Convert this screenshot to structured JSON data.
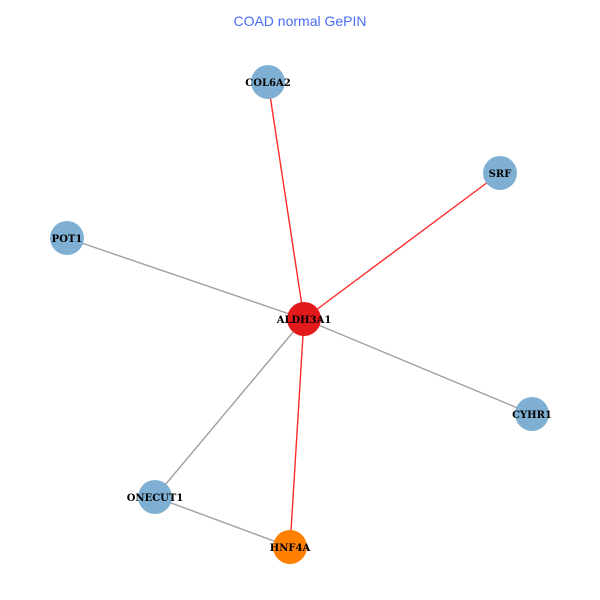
{
  "title": "COAD normal GePIN",
  "colors": {
    "default_node": "#7fb0d3",
    "center_node": "#e31a1c",
    "highlight_node": "#ff7f00",
    "red_edge": "#ff2a2a",
    "gray_edge": "#a0a0a0"
  },
  "nodes": [
    {
      "id": "COL6A2",
      "color": "#7fb0d3"
    },
    {
      "id": "SRF",
      "color": "#7fb0d3"
    },
    {
      "id": "POT1",
      "color": "#7fb0d3"
    },
    {
      "id": "ALDH3A1",
      "color": "#e31a1c"
    },
    {
      "id": "CYHR1",
      "color": "#7fb0d3"
    },
    {
      "id": "ONECUT1",
      "color": "#7fb0d3"
    },
    {
      "id": "HNF4A",
      "color": "#ff7f00"
    }
  ],
  "edges": [
    {
      "source": "ALDH3A1",
      "target": "COL6A2",
      "color": "#ff2a2a"
    },
    {
      "source": "ALDH3A1",
      "target": "SRF",
      "color": "#ff2a2a"
    },
    {
      "source": "ALDH3A1",
      "target": "POT1",
      "color": "#a0a0a0"
    },
    {
      "source": "ALDH3A1",
      "target": "CYHR1",
      "color": "#a0a0a0"
    },
    {
      "source": "ALDH3A1",
      "target": "ONECUT1",
      "color": "#a0a0a0"
    },
    {
      "source": "ALDH3A1",
      "target": "HNF4A",
      "color": "#ff2a2a"
    },
    {
      "source": "ONECUT1",
      "target": "HNF4A",
      "color": "#a0a0a0"
    }
  ]
}
